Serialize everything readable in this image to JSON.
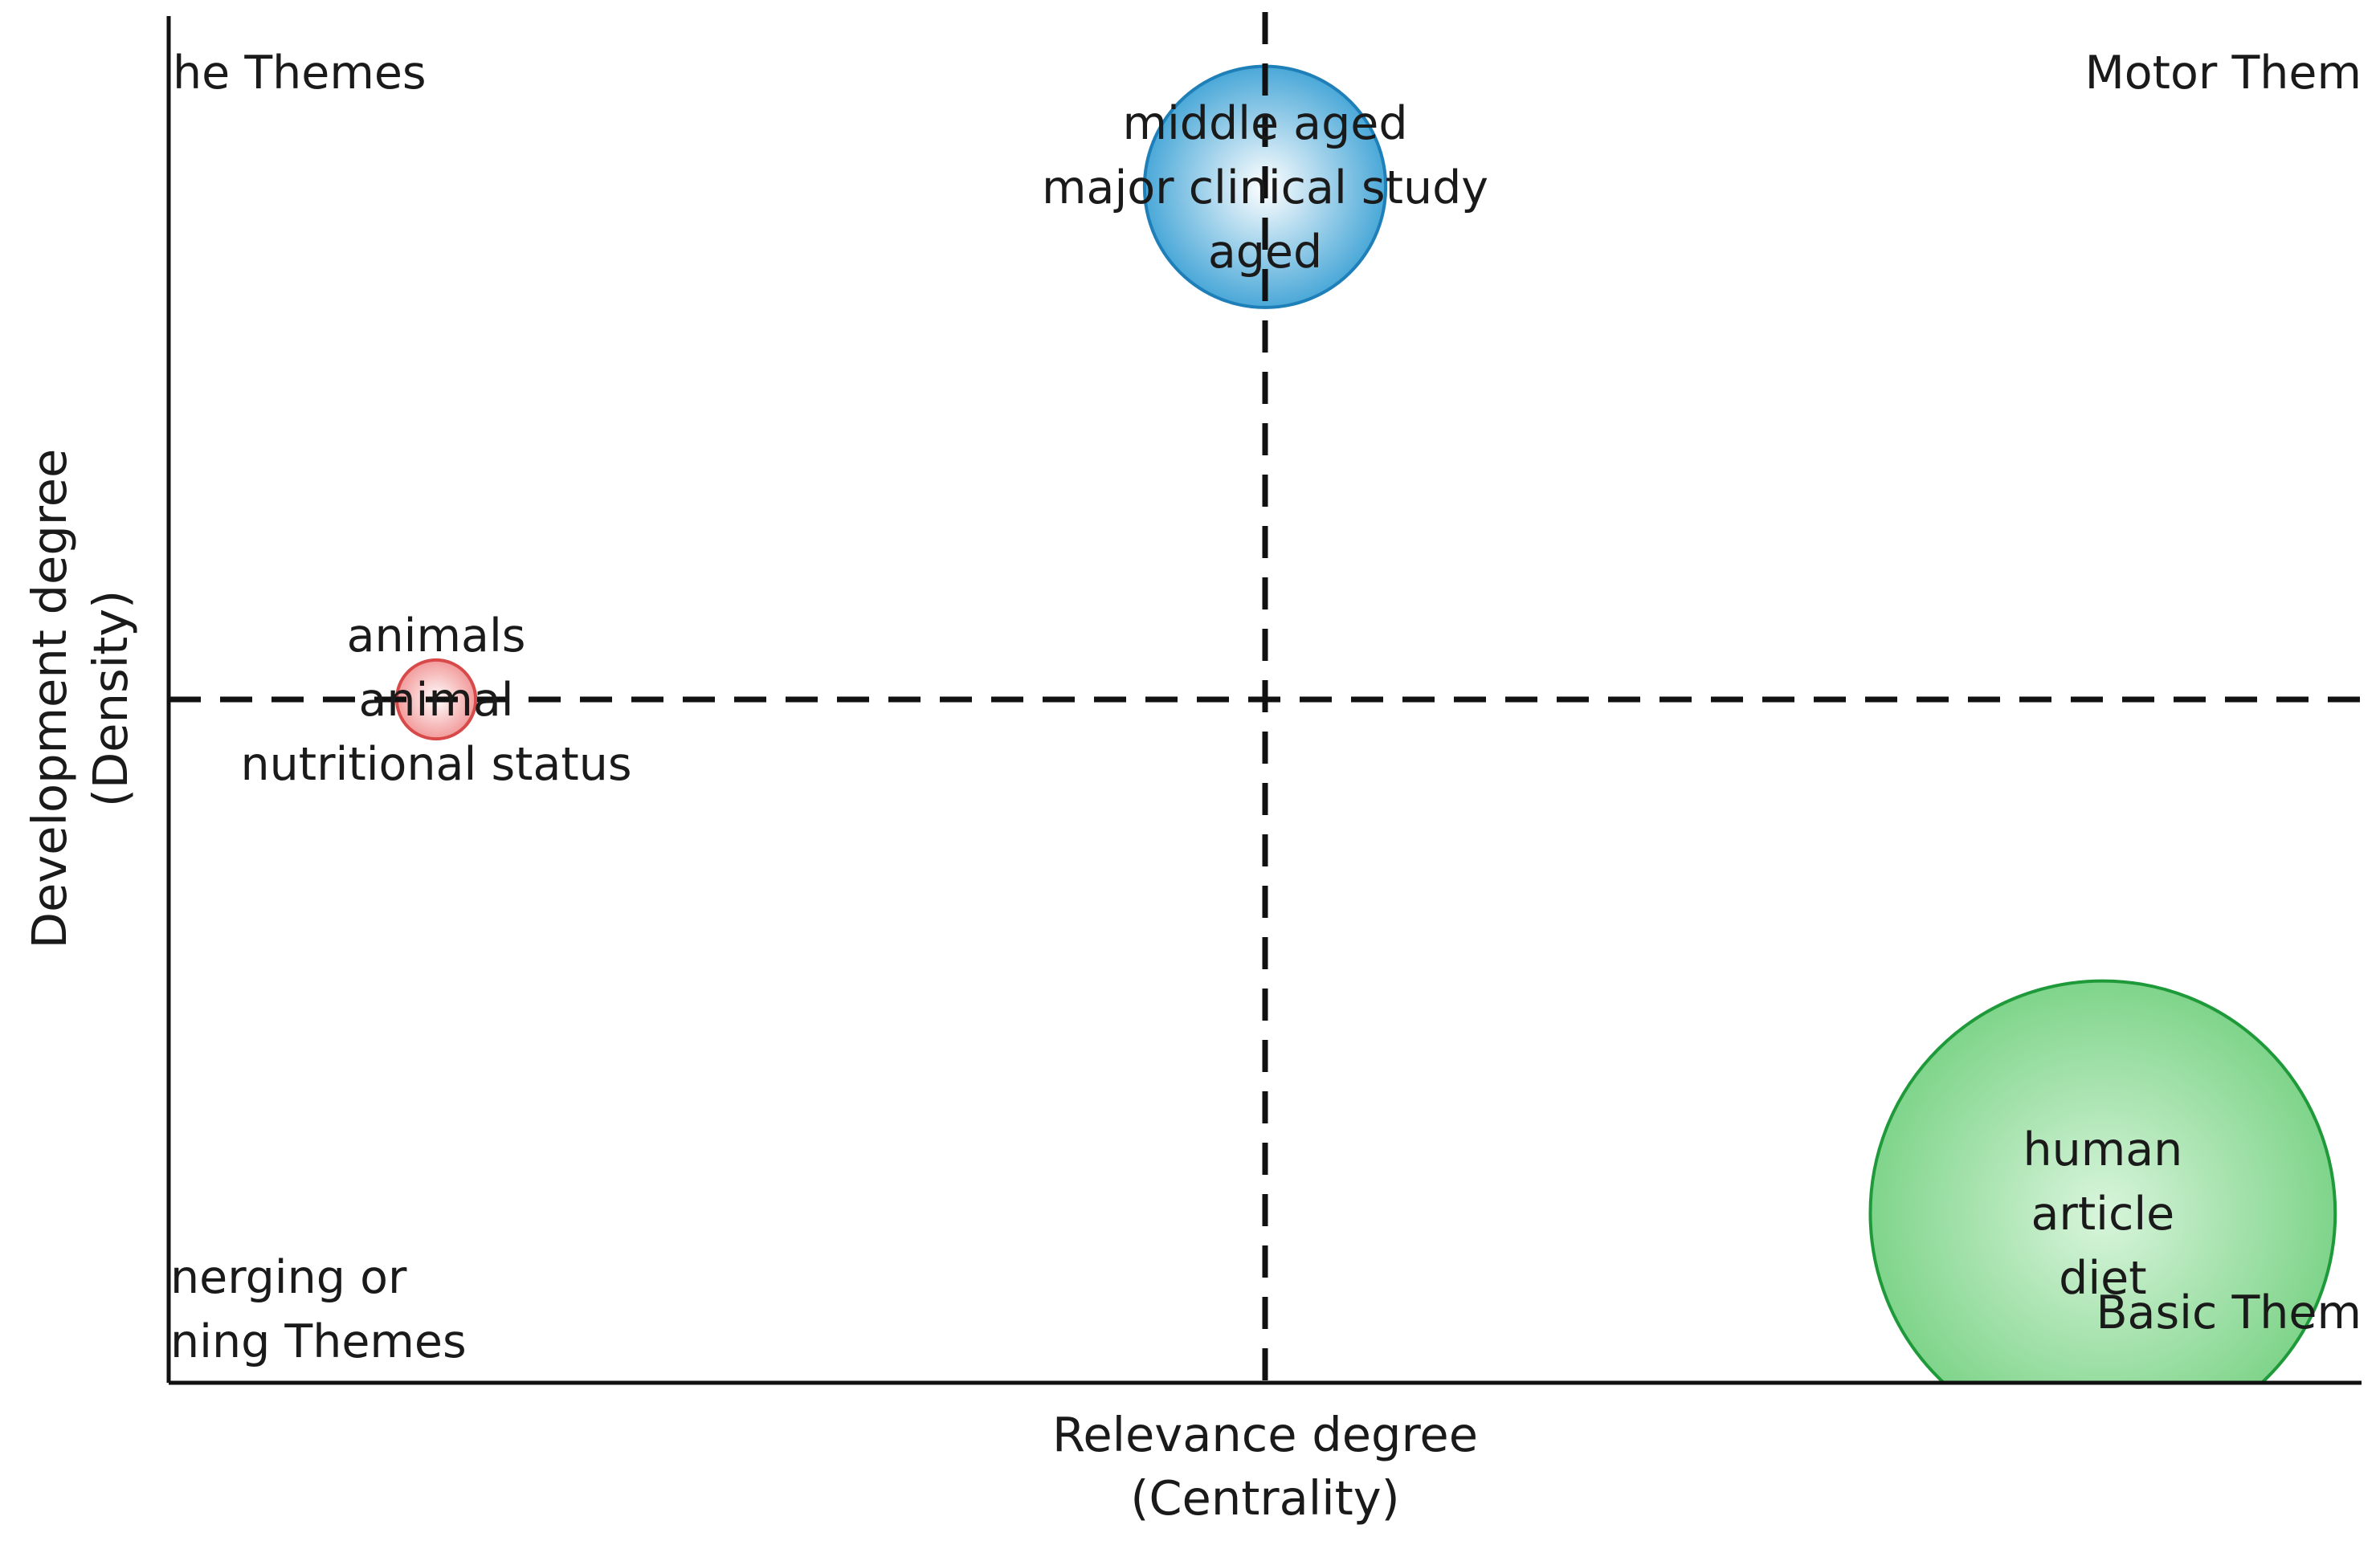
{
  "chart_data": {
    "type": "scatter",
    "title": "",
    "xlabel": [
      "Relevance degree",
      "(Centrality)"
    ],
    "ylabel": [
      "Development degree",
      "(Density)"
    ],
    "xlim": [
      0,
      1
    ],
    "ylim": [
      0,
      1
    ],
    "reference_lines": {
      "x": 0.5,
      "y": 0.5,
      "style": "dashed"
    },
    "grid": false,
    "quadrant_labels": {
      "top_left": [
        "he Themes"
      ],
      "top_right": [
        "Motor Them"
      ],
      "bottom_left": [
        "nerging or",
        "ning Themes"
      ],
      "bottom_right": [
        "Basic Them"
      ]
    },
    "points": [
      {
        "x": 0.5,
        "y": 0.875,
        "size": 0.055,
        "color": "#4aa8d8",
        "stroke": "#1f7fb8",
        "labels": [
          "middle aged",
          "major clinical study",
          "aged"
        ]
      },
      {
        "x": 0.122,
        "y": 0.5,
        "size": 0.018,
        "color": "#f29a9a",
        "stroke": "#d84a4a",
        "labels": [
          "animals",
          "animal",
          "nutritional status"
        ]
      },
      {
        "x": 0.882,
        "y": 0.124,
        "size": 0.106,
        "color": "#7fd48a",
        "stroke": "#1f9a3a",
        "labels": [
          "human",
          "article",
          "diet"
        ]
      }
    ]
  }
}
